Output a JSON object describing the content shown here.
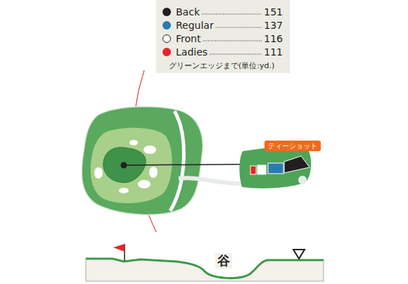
{
  "diagram": {
    "nodes": [
      {
        "text": [
          "ティーショット"
        ]
      }
    ],
    "labels": [
      "151",
      "137",
      "116",
      "111",
      "グリーンエッジまで(単位:yd.)",
      "谷"
    ],
    "legend": [
      {
        "text": "Back",
        "color": "#231f20"
      },
      {
        "text": "Regular",
        "color": "#2b7bb0"
      },
      {
        "text": "Front"
      },
      {
        "text": "Ladies",
        "color": "#e5262b"
      }
    ]
  }
}
